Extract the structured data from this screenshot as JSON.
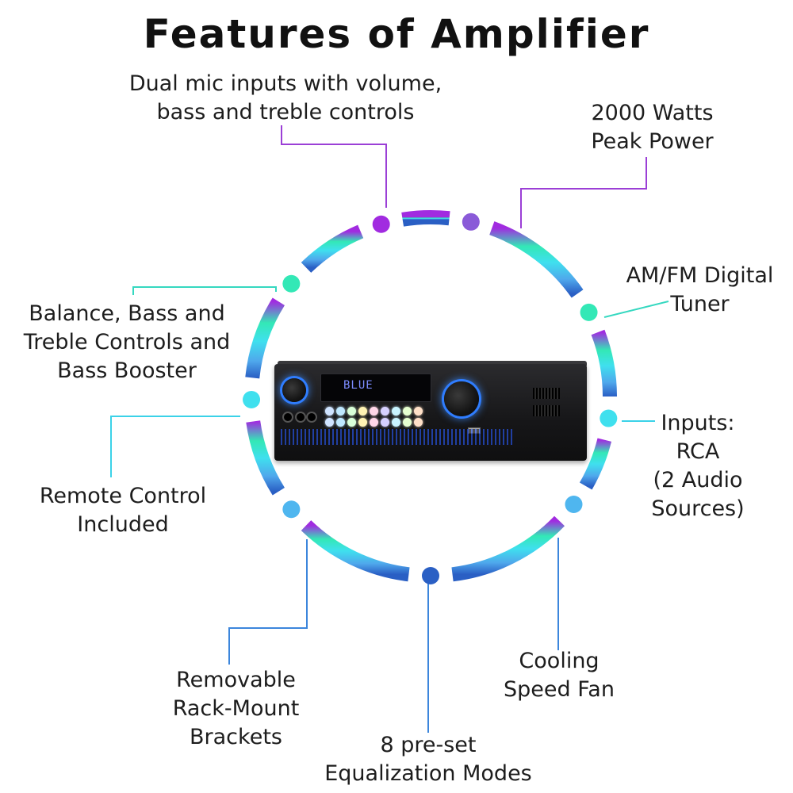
{
  "title": "Features of Amplifier",
  "features": [
    {
      "id": "mic",
      "text": "Dual mic inputs with volume,\nbass and treble controls"
    },
    {
      "id": "power",
      "text": "2000 Watts\nPeak Power"
    },
    {
      "id": "tuner",
      "text": "AM/FM Digital\nTuner"
    },
    {
      "id": "balance",
      "text": "Balance, Bass and\nTreble Controls and\nBass Booster"
    },
    {
      "id": "inputs",
      "text": "Inputs:\nRCA\n(2 Audio\nSources)"
    },
    {
      "id": "remote",
      "text": "Remote Control\nIncluded"
    },
    {
      "id": "fan",
      "text": "Cooling\nSpeed Fan"
    },
    {
      "id": "rack",
      "text": "Removable\nRack-Mount\nBrackets"
    },
    {
      "id": "eq",
      "text": "8 pre-set\nEqualization Modes"
    }
  ],
  "amplifier": {
    "display_text": "BLUE"
  },
  "colors": {
    "purple": "#a12be0",
    "violet": "#8a5ad8",
    "mint": "#33e8b6",
    "cyan": "#3fe0ee",
    "sky": "#4fb6ef",
    "blue": "#3f86e0",
    "navy": "#2a5fc4",
    "line_purple": "#9b3fd6",
    "line_teal": "#35d8c0",
    "line_cyan": "#3bd2e8",
    "line_blue": "#3c86dc"
  }
}
